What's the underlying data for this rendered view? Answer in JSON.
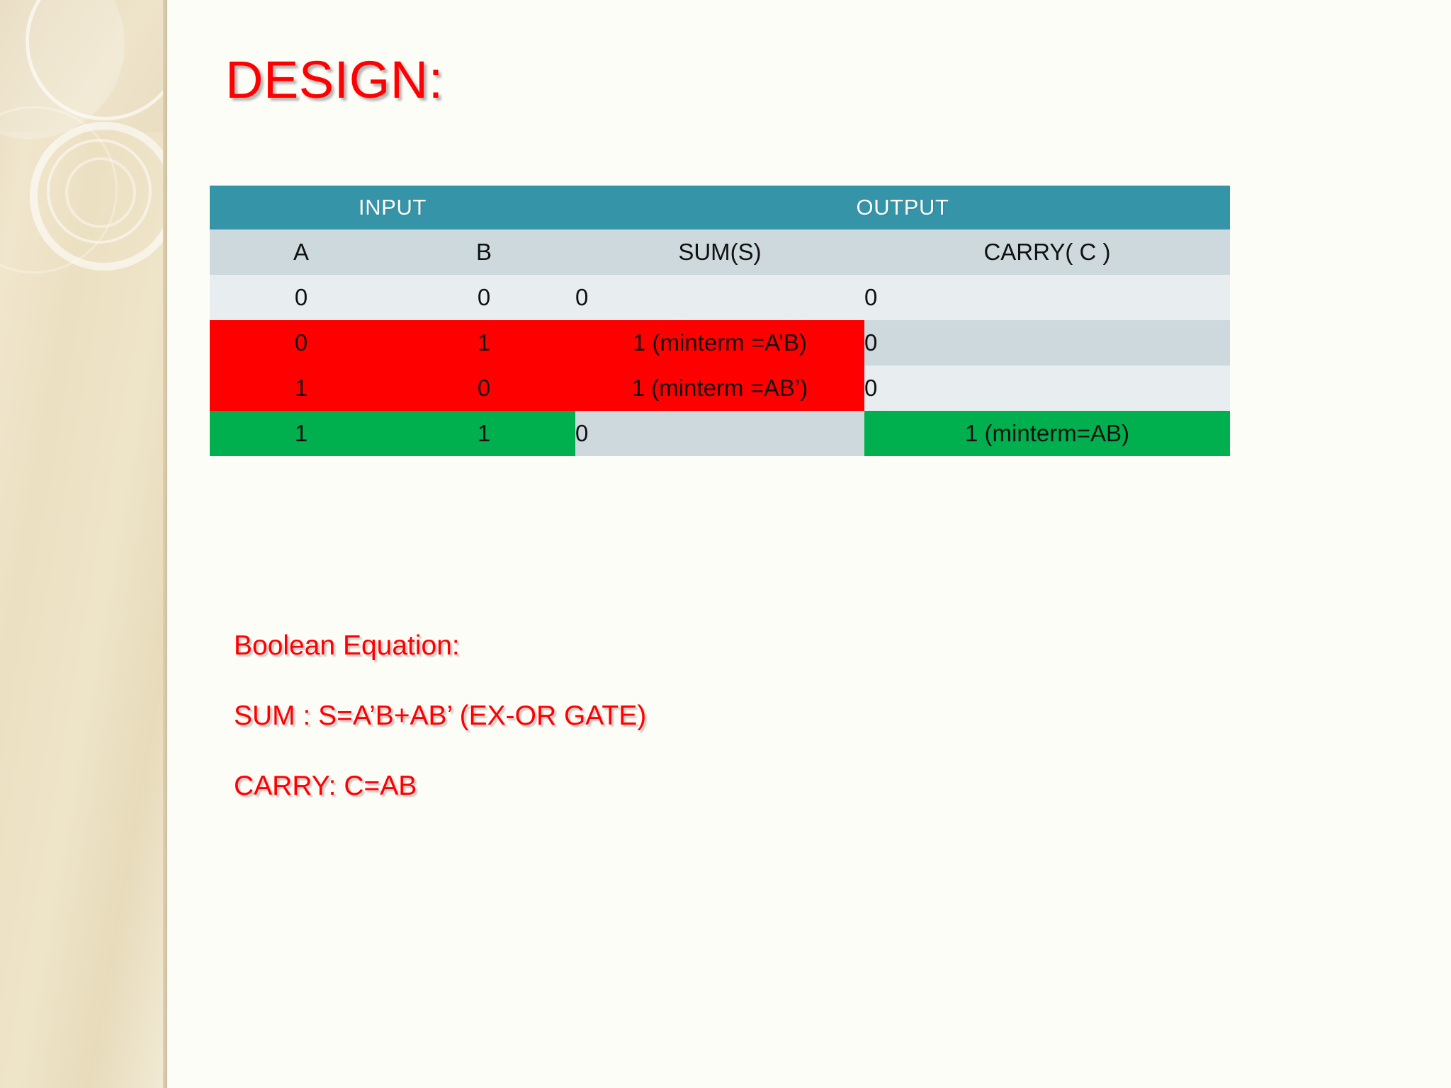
{
  "slide": {
    "title": "DESIGN:",
    "accent_red": "#ff0000",
    "accent_green": "#00b04f",
    "header_teal": "#3694a8",
    "subheader_gray": "#ced9dd",
    "row_pale": "#e8edef",
    "sidebar_beige": "#ece0c2"
  },
  "table": {
    "group_headers": [
      {
        "label": "INPUT",
        "span": 2
      },
      {
        "label": "OUTPUT",
        "span": 2
      }
    ],
    "columns": [
      "A",
      "B",
      "SUM(S)",
      "CARRY( C )"
    ],
    "rows": [
      {
        "cells": [
          {
            "text": "0",
            "fill": "pale",
            "align": "center"
          },
          {
            "text": "0",
            "fill": "pale",
            "align": "center"
          },
          {
            "text": "0",
            "fill": "pale",
            "align": "left"
          },
          {
            "text": "0",
            "fill": "pale",
            "align": "left"
          }
        ]
      },
      {
        "cells": [
          {
            "text": "0",
            "fill": "red",
            "align": "center"
          },
          {
            "text": "1",
            "fill": "red",
            "align": "center"
          },
          {
            "text": "1  (minterm =A’B)",
            "fill": "red",
            "align": "center"
          },
          {
            "text": "0",
            "fill": "gray",
            "align": "left"
          }
        ]
      },
      {
        "cells": [
          {
            "text": "1",
            "fill": "red",
            "align": "center"
          },
          {
            "text": "0",
            "fill": "red",
            "align": "center"
          },
          {
            "text": "1  (minterm =AB’)",
            "fill": "red",
            "align": "center"
          },
          {
            "text": "0",
            "fill": "pale",
            "align": "left"
          }
        ]
      },
      {
        "cells": [
          {
            "text": "1",
            "fill": "green",
            "align": "center"
          },
          {
            "text": "1",
            "fill": "green",
            "align": "center"
          },
          {
            "text": "0",
            "fill": "gray",
            "align": "left"
          },
          {
            "text": "1   (minterm=AB)",
            "fill": "green",
            "align": "center"
          }
        ]
      }
    ]
  },
  "equations": {
    "heading": "Boolean Equation:",
    "sum": "SUM :  S=A’B+AB’ (EX-OR GATE)",
    "carry": "CARRY:   C=AB"
  },
  "chart_data": {
    "type": "table",
    "title": "DESIGN:",
    "categories": [
      "A",
      "B",
      "SUM(S)",
      "CARRY( C )"
    ],
    "values": [
      [
        0,
        0,
        0,
        0
      ],
      [
        0,
        1,
        1,
        0
      ],
      [
        1,
        0,
        1,
        0
      ],
      [
        1,
        1,
        0,
        1
      ]
    ],
    "annotations": [
      "row 2 SUM minterm =A’B",
      "row 3 SUM minterm =AB’",
      "row 4 CARRY minterm=AB"
    ],
    "xlabel": "",
    "ylabel": ""
  }
}
